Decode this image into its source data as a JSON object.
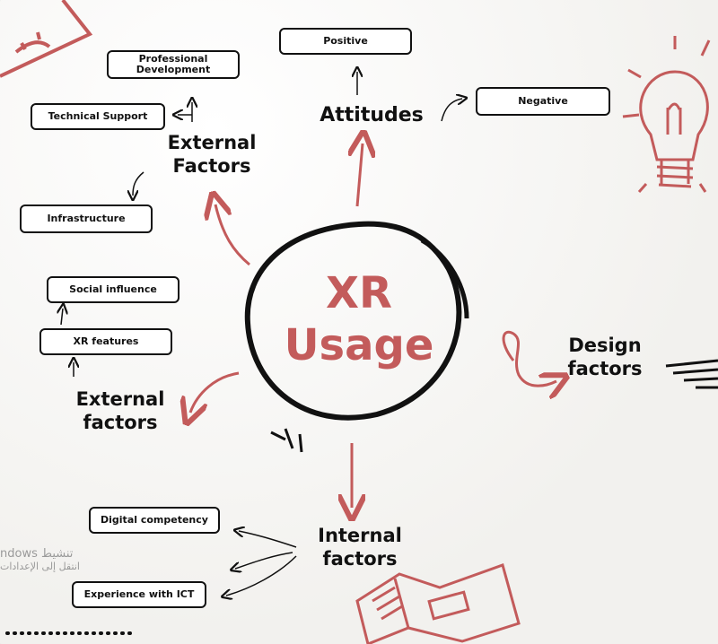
{
  "hub": {
    "line1": "XR",
    "line2": "Usage"
  },
  "nodes": {
    "attitudes": "Attitudes",
    "external_top_1": "External",
    "external_top_2": "Factors",
    "external_left_1": "External",
    "external_left_2": "factors",
    "design_1": "Design",
    "design_2": "factors",
    "internal_1": "Internal",
    "internal_2": "factors"
  },
  "boxes": {
    "positive": "Positive",
    "negative": "Negative",
    "professional_1": "Professional",
    "professional_2": "Development",
    "technical_support": "Technical Support",
    "infrastructure": "Infrastructure",
    "social_influence": "Social influence",
    "xr_features": "XR features",
    "digital_competency": "Digital competency",
    "experience_ict": "Experience with ICT"
  },
  "watermark": {
    "line1": "ndows تنشيط",
    "line2": "انتقل إلى الإعدادات"
  },
  "colors": {
    "accent": "#c35b5b",
    "ink": "#111111"
  }
}
